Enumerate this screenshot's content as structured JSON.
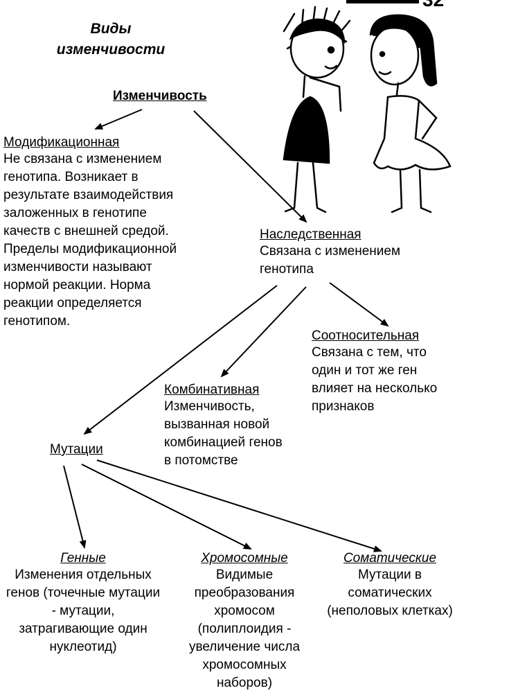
{
  "title": {
    "line1": "Виды",
    "line2": "изменчивости"
  },
  "page_number": "32",
  "root": {
    "label": "Изменчивость"
  },
  "modification": {
    "label": "Модификационная",
    "lines": [
      "Не связана с изменением",
      "генотипа. Возникает в",
      "результате взаимодействия",
      "заложенных в генотипе",
      "качеств с внешней средой.",
      "Пределы модификационной",
      "изменчивости называют",
      "нормой реакции. Норма",
      "реакции определяется",
      "генотипом."
    ]
  },
  "hereditary": {
    "label": "Наследственная",
    "lines": [
      "Связана с изменением",
      "генотипа"
    ]
  },
  "correlative": {
    "label": "Соотносительная",
    "lines": [
      "Связана с тем, что",
      "один и тот же ген",
      "влияет на несколько",
      "признаков"
    ]
  },
  "combinative": {
    "label": "Комбинативная",
    "lines": [
      "Изменчивость,",
      "вызванная новой",
      "комбинацией генов",
      "в потомстве"
    ]
  },
  "mutations": {
    "label": "Мутации"
  },
  "gene": {
    "label": "Генные",
    "lines": [
      "Изменения отдельных",
      "генов (точечные мутации",
      "- мутации,",
      "затрагивающие один",
      "нуклеотид)"
    ]
  },
  "chromosomal": {
    "label": "Хромосомные",
    "lines": [
      "Видимые",
      "преобразования",
      "хромосом",
      "(полиплоидия -",
      "увеличение числа",
      "хромосомных",
      "наборов)"
    ]
  },
  "somatic": {
    "label": "Соматические",
    "lines": [
      "Мутации в",
      "соматических",
      "(неполовых клетках)"
    ]
  }
}
